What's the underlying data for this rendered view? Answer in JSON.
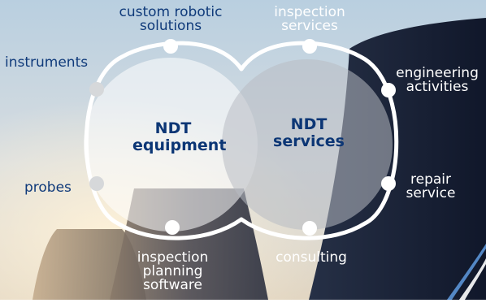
{
  "diagram": {
    "left_circle": {
      "label_lines": [
        "NDT",
        "equipment"
      ]
    },
    "right_circle": {
      "label_lines": [
        "NDT",
        "services"
      ]
    },
    "items": {
      "custom_robotic_solutions": {
        "lines": [
          "custom robotic",
          "solutions"
        ]
      },
      "inspection_services": {
        "lines": [
          "inspection",
          "services"
        ]
      },
      "instruments": {
        "lines": [
          "instruments"
        ]
      },
      "engineering_activities": {
        "lines": [
          "engineering",
          "activities"
        ]
      },
      "probes": {
        "lines": [
          "probes"
        ]
      },
      "repair_service": {
        "lines": [
          "repair",
          "service"
        ]
      },
      "inspection_planning_software": {
        "lines": [
          "inspection",
          "planning",
          "software"
        ]
      },
      "consulting": {
        "lines": [
          "consulting"
        ]
      }
    }
  },
  "colors": {
    "sky_top": "#b9cfe0",
    "sky_bottom": "#e2d6c2",
    "tower_dark": "#1b2334",
    "accent_blue": "#0f3a7a",
    "ring": "#ffffff"
  }
}
